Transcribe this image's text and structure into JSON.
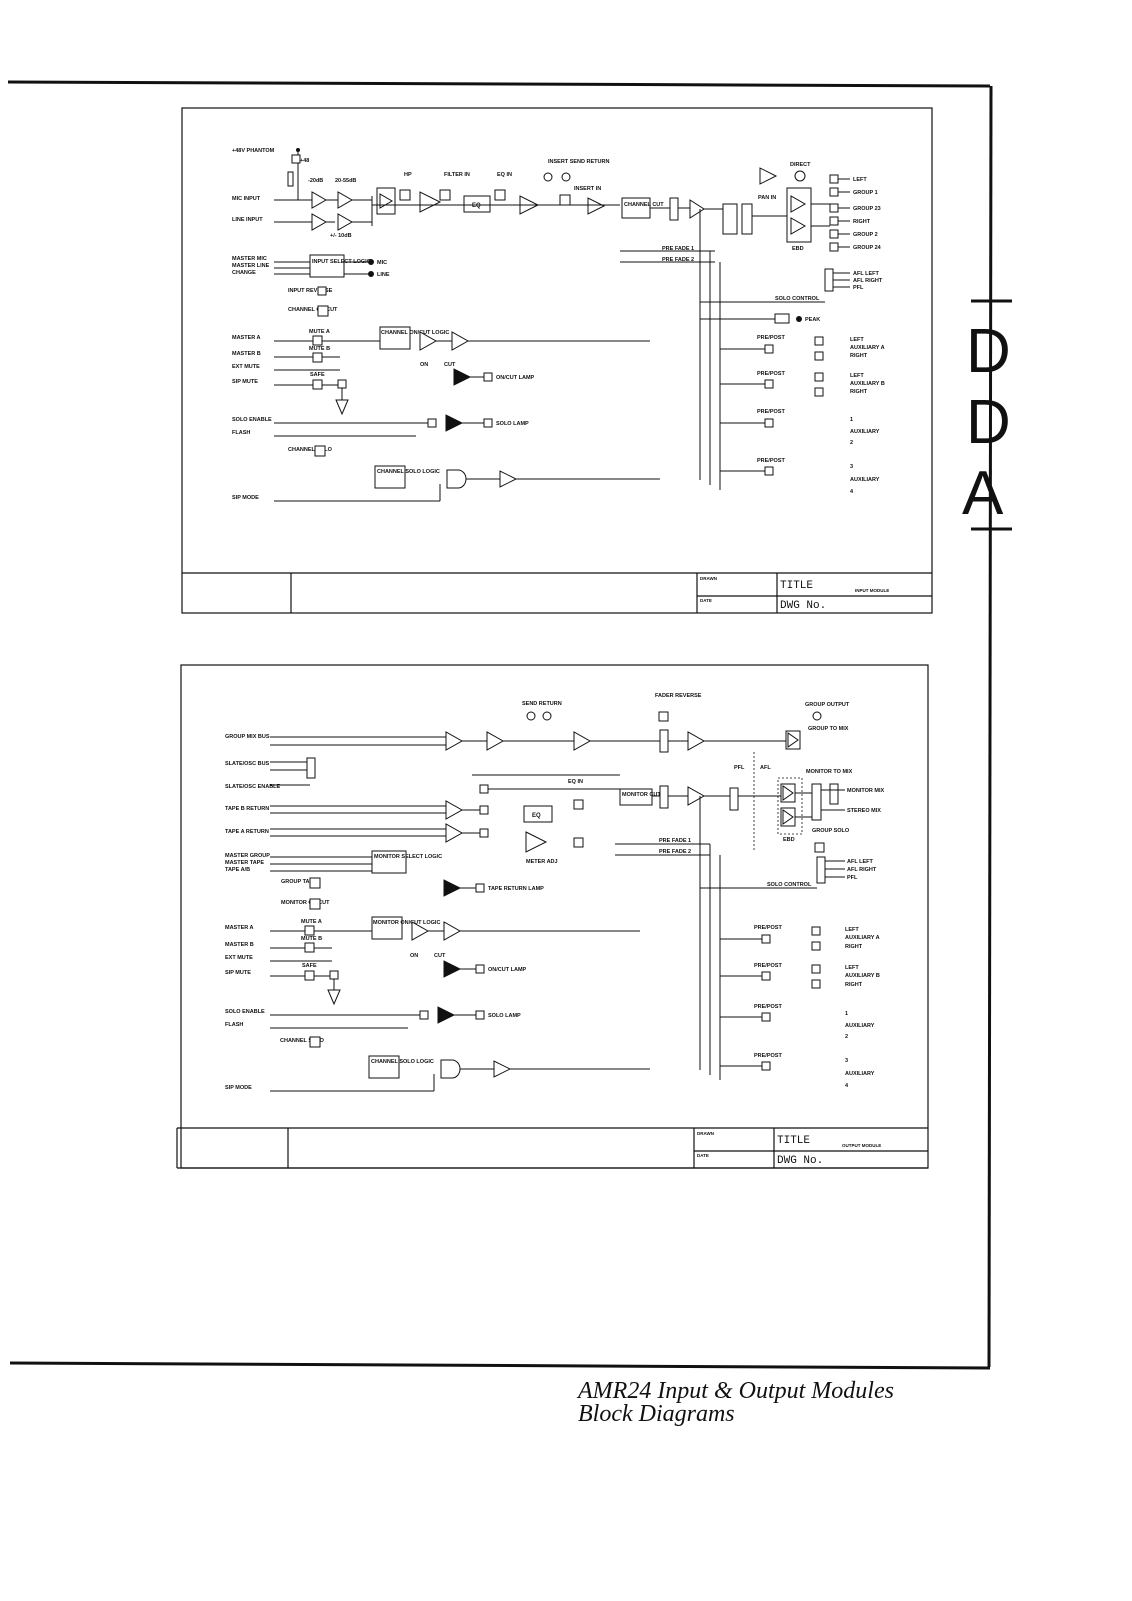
{
  "page": {
    "caption_line1": "AMR24 Input & Output Modules",
    "caption_line2": "Block Diagrams",
    "logo_letters": [
      "D",
      "D",
      "A"
    ]
  },
  "input_diagram": {
    "labels": {
      "phantom": "+48V PHANTOM",
      "plus48": "+48",
      "pad": "-20dB",
      "trim_range": "20-55dB",
      "hp": "HP",
      "filter_in": "FILTER IN",
      "eq_in": "EQ IN",
      "eq": "EQ",
      "insert_send_return": "INSERT SEND RETURN",
      "insert_in": "INSERT IN",
      "mic_input": "MIC INPUT",
      "line_input": "LINE INPUT",
      "trim_line": "+/- 10dB",
      "master_mic": "MASTER MIC",
      "master_line": "MASTER LINE",
      "change": "CHANGE",
      "input_select_logic": "INPUT SELECT LOGIC",
      "mic_led": "MIC",
      "line_led": "LINE",
      "input_reverse": "INPUT REVERSE",
      "channel_oncut": "CHANNEL ON/CUT",
      "master_a": "MASTER A",
      "master_b": "MASTER B",
      "ext_mute": "EXT MUTE",
      "sip_mute": "SIP MUTE",
      "mute_a": "MUTE A",
      "mute_b": "MUTE B",
      "safe": "SAFE",
      "channel_oncut_logic": "CHANNEL ON/CUT LOGIC",
      "on": "ON",
      "cut": "CUT",
      "oncut_lamp": "ON/CUT LAMP",
      "solo_enable": "SOLO ENABLE",
      "flash": "FLASH",
      "solo_lamp": "SOLO LAMP",
      "channel_solo": "CHANNEL SOLO",
      "channel_solo_logic": "CHANNEL SOLO LOGIC",
      "sip_mode": "SIP MODE",
      "channel_cut": "CHANNEL CUT",
      "pre_fade_1": "PRE FADE 1",
      "pre_fade_2": "PRE FADE 2",
      "direct": "DIRECT",
      "pan_in": "PAN IN",
      "ebd": "EBD",
      "left": "LEFT",
      "group_1": "GROUP 1",
      "group_23": "GROUP 23",
      "right": "RIGHT",
      "group_2": "GROUP 2",
      "group_24": "GROUP 24",
      "afl_left": "AFL LEFT",
      "afl_right": "AFL RIGHT",
      "pfl": "PFL",
      "solo_control": "SOLO CONTROL",
      "peak": "PEAK",
      "pre_post": "PRE/POST",
      "aux_left": "LEFT",
      "auxiliary_a": "AUXILIARY A",
      "aux_right": "RIGHT",
      "auxiliary_b": "AUXILIARY B",
      "aux_1": "1",
      "auxiliary": "AUXILIARY",
      "aux_2": "2",
      "aux_3": "3",
      "aux_4": "4"
    },
    "title_block": {
      "drawn": "DRAWN",
      "date": "DATE",
      "title": "TITLE",
      "title_value": "INPUT MODULE",
      "dwg_no": "DWG No."
    }
  },
  "output_diagram": {
    "labels": {
      "send_return": "SEND RETURN",
      "fader_reverse": "FADER REVERSE",
      "group_output": "GROUP OUTPUT",
      "group_to_mix": "GROUP TO MIX",
      "group_mix_bus": "GROUP MIX BUS",
      "slate_osc_bus": "SLATE/OSC BUS",
      "slate_osc_enable": "SLATE/OSC ENABLE",
      "tape_b_return": "TAPE B RETURN",
      "tape_a_return": "TAPE A RETURN",
      "master_group": "MASTER GROUP",
      "master_tape": "MASTER TAPE",
      "tape_ab": "TAPE A/B",
      "monitor_select_logic": "MONITOR SELECT LOGIC",
      "group_tape": "GROUP TAPE",
      "tape_return_lamp": "TAPE RETURN LAMP",
      "monitor_oncut": "MONITOR ON/CUT",
      "monitor_oncut_logic": "MONITOR ON/CUT LOGIC",
      "master_a": "MASTER A",
      "master_b": "MASTER B",
      "ext_mute": "EXT MUTE",
      "sip_mute": "SIP MUTE",
      "mute_a": "MUTE A",
      "mute_b": "MUTE B",
      "safe": "SAFE",
      "on": "ON",
      "cut": "CUT",
      "oncut_lamp": "ON/CUT LAMP",
      "solo_enable": "SOLO ENABLE",
      "flash": "FLASH",
      "solo_lamp": "SOLO LAMP",
      "channel_solo": "CHANNEL SOLO",
      "channel_solo_logic": "CHANNEL SOLO LOGIC",
      "sip_mode": "SIP MODE",
      "eq_in": "EQ IN",
      "eq": "EQ",
      "meter_adj": "METER ADJ",
      "monitor_cut": "MONITOR CUT",
      "pfl": "PFL",
      "afl": "AFL",
      "monitor_to_mix": "MONITOR TO MIX",
      "monitor_mix": "MONITOR MIX",
      "stereo_mix": "STEREO MIX",
      "ebd": "EBD",
      "group_solo": "GROUP SOLO",
      "afl_left": "AFL LEFT",
      "afl_right": "AFL RIGHT",
      "pfl_out": "PFL",
      "solo_control": "SOLO CONTROL",
      "pre_fade_1": "PRE FADE 1",
      "pre_fade_2": "PRE FADE 2",
      "pre_post": "PRE/POST",
      "aux_left": "LEFT",
      "auxiliary_a": "AUXILIARY A",
      "aux_right": "RIGHT",
      "auxiliary_b": "AUXILIARY B",
      "aux_1": "1",
      "auxiliary": "AUXILIARY",
      "aux_2": "2",
      "aux_3": "3",
      "aux_4": "4"
    },
    "title_block": {
      "drawn": "DRAWN",
      "date": "DATE",
      "title": "TITLE",
      "title_value": "OUTPUT MODULE",
      "dwg_no": "DWG No."
    }
  }
}
